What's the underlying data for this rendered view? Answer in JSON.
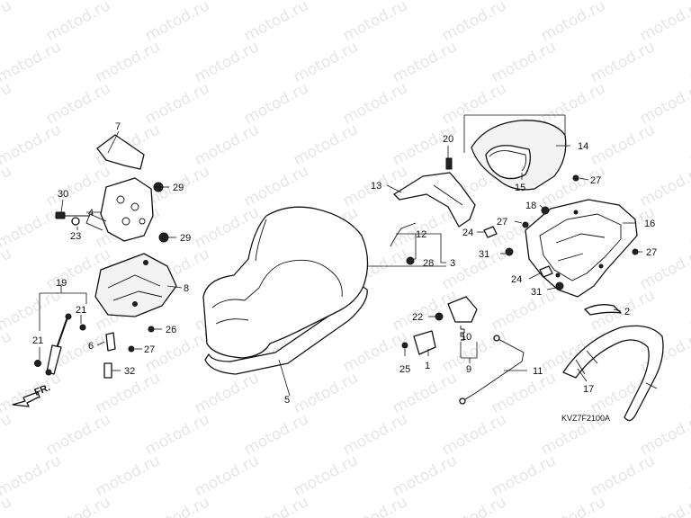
{
  "watermark": "motod.ru",
  "diagram_code": "KVZ7F2100A",
  "direction_label": "FR.",
  "callouts": [
    {
      "id": "c1",
      "label": "1"
    },
    {
      "id": "c2",
      "label": "2"
    },
    {
      "id": "c3",
      "label": "3"
    },
    {
      "id": "c4",
      "label": "4"
    },
    {
      "id": "c5",
      "label": "5"
    },
    {
      "id": "c6",
      "label": "6"
    },
    {
      "id": "c7",
      "label": "7"
    },
    {
      "id": "c8",
      "label": "8"
    },
    {
      "id": "c9",
      "label": "9"
    },
    {
      "id": "c10",
      "label": "10"
    },
    {
      "id": "c11",
      "label": "11"
    },
    {
      "id": "c12",
      "label": "12"
    },
    {
      "id": "c13",
      "label": "13"
    },
    {
      "id": "c14",
      "label": "14"
    },
    {
      "id": "c15",
      "label": "15"
    },
    {
      "id": "c16",
      "label": "16"
    },
    {
      "id": "c17",
      "label": "17"
    },
    {
      "id": "c18",
      "label": "18"
    },
    {
      "id": "c19",
      "label": "19"
    },
    {
      "id": "c20",
      "label": "20"
    },
    {
      "id": "c21a",
      "label": "21"
    },
    {
      "id": "c21b",
      "label": "21"
    },
    {
      "id": "c22",
      "label": "22"
    },
    {
      "id": "c23",
      "label": "23"
    },
    {
      "id": "c24a",
      "label": "24"
    },
    {
      "id": "c24b",
      "label": "24"
    },
    {
      "id": "c25",
      "label": "25"
    },
    {
      "id": "c26",
      "label": "26"
    },
    {
      "id": "c27a",
      "label": "27"
    },
    {
      "id": "c27b",
      "label": "27"
    },
    {
      "id": "c27c",
      "label": "27"
    },
    {
      "id": "c27d",
      "label": "27"
    },
    {
      "id": "c28",
      "label": "28"
    },
    {
      "id": "c29a",
      "label": "29"
    },
    {
      "id": "c29b",
      "label": "29"
    },
    {
      "id": "c30",
      "label": "30"
    },
    {
      "id": "c31a",
      "label": "31"
    },
    {
      "id": "c31b",
      "label": "31"
    },
    {
      "id": "c32",
      "label": "32"
    }
  ]
}
